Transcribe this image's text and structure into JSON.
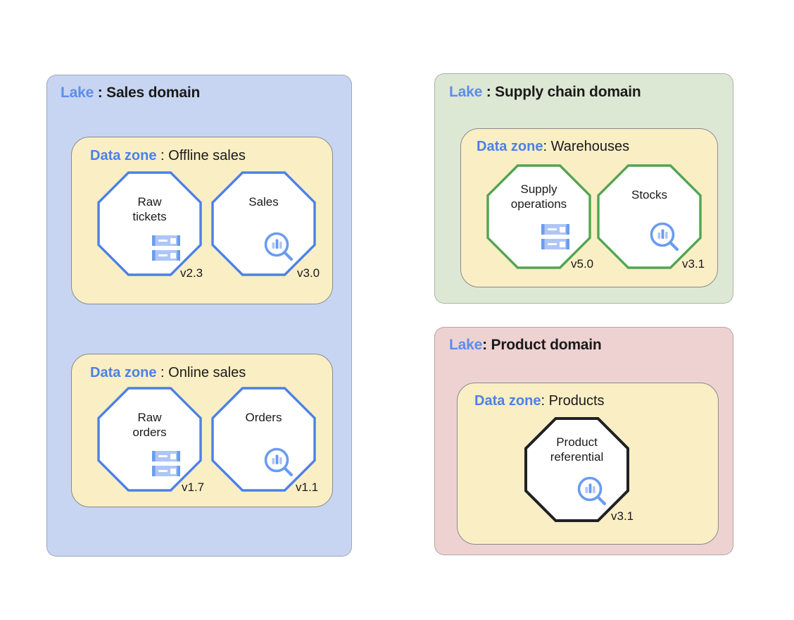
{
  "colors": {
    "lake_sales_bg": "#c8d5f2",
    "lake_supply_bg": "#dde8d4",
    "lake_product_bg": "#eed2d2",
    "zone_bg": "#faeec5",
    "accent_blue": "#4c80e8",
    "keyword_blue": "#5b8def",
    "octagon_blue": "#4c80e8",
    "octagon_green": "#51a551",
    "octagon_black": "#202124",
    "icon_blue": "#6a9cf0",
    "icon_blue_light": "#aec6f6",
    "text_dark": "#1a1a1a"
  },
  "lakes": [
    {
      "id": "sales",
      "keyword": "Lake",
      "separator": " : ",
      "name": "Sales domain",
      "zones": [
        {
          "id": "offline-sales",
          "keyword": "Data zone",
          "separator": " : ",
          "name": "Offline sales",
          "nodes": [
            {
              "id": "raw-tickets",
              "label": "Raw\ntickets",
              "version": "v2.3",
              "icon": "database-icon",
              "border": "#4c80e8"
            },
            {
              "id": "sales",
              "label": "Sales",
              "version": "v3.0",
              "icon": "data-analytics-icon",
              "border": "#4c80e8"
            }
          ]
        },
        {
          "id": "online-sales",
          "keyword": "Data zone",
          "separator": " : ",
          "name": "Online sales",
          "nodes": [
            {
              "id": "raw-orders",
              "label": "Raw\norders",
              "version": "v1.7",
              "icon": "database-icon",
              "border": "#4c80e8"
            },
            {
              "id": "orders",
              "label": "Orders",
              "version": "v1.1",
              "icon": "data-analytics-icon",
              "border": "#4c80e8"
            }
          ]
        }
      ]
    },
    {
      "id": "supply-chain",
      "keyword": "Lake",
      "separator": " : ",
      "name": "Supply chain domain",
      "zones": [
        {
          "id": "warehouses",
          "keyword": "Data zone",
          "separator": ": ",
          "name": "Warehouses",
          "nodes": [
            {
              "id": "supply-operations",
              "label": "Supply\noperations",
              "version": "v5.0",
              "icon": "database-icon",
              "border": "#51a551"
            },
            {
              "id": "stocks",
              "label": "Stocks",
              "version": "v3.1",
              "icon": "data-analytics-icon",
              "border": "#51a551"
            }
          ]
        }
      ]
    },
    {
      "id": "product",
      "keyword": "Lake",
      "separator": ": ",
      "name": "Product domain",
      "zones": [
        {
          "id": "products",
          "keyword": "Data zone",
          "separator": ": ",
          "name": "Products",
          "nodes": [
            {
              "id": "product-referential",
              "label": "Product\nreferential",
              "version": "v3.1",
              "icon": "data-analytics-icon",
              "border": "#202124"
            }
          ]
        }
      ]
    }
  ]
}
